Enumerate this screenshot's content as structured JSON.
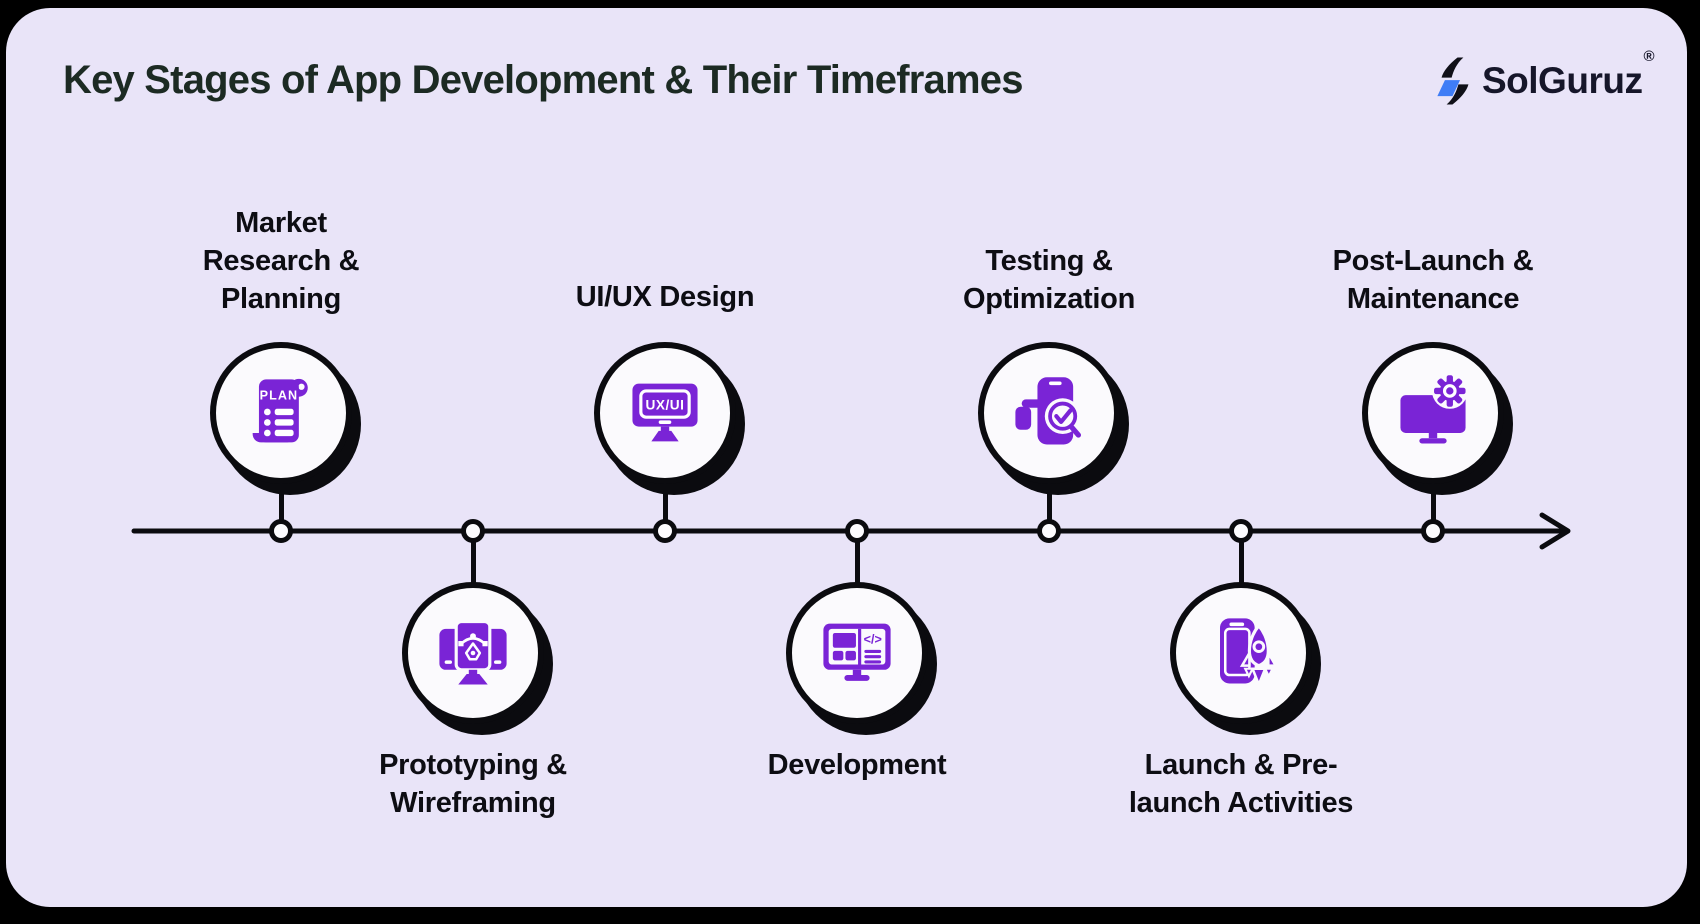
{
  "header": {
    "title": "Key Stages of App Development & Their Timeframes",
    "logo": {
      "brand": "SolGuruz",
      "registered_mark": "®",
      "icon": "solguruz-bolt-icon"
    }
  },
  "colors": {
    "canvas_frame": "#000000",
    "card_background": "#e9e4f8",
    "accent_purple": "#7a24d6",
    "logo_blue": "#3f7df6",
    "title_text": "#1c2a23",
    "label_text": "#0d0d13",
    "badge_fill": "#fbfafd",
    "outline_black": "#0b0b0f"
  },
  "timeline": {
    "type": "horizontal-arrow",
    "direction": "left-to-right",
    "arrowhead": "right",
    "stage_count": 7
  },
  "stages": [
    {
      "order": 1,
      "position": "above",
      "label": "Market Research & Planning",
      "lines": [
        "Market",
        "Research &",
        "Planning"
      ],
      "icon": "plan-scroll-icon",
      "icon_text": "PLAN"
    },
    {
      "order": 2,
      "position": "below",
      "label": "Prototyping & Wireframing",
      "lines": [
        "Prototyping &",
        "Wireframing"
      ],
      "icon": "pen-tool-monitor-icon"
    },
    {
      "order": 3,
      "position": "above",
      "label": "UI/UX Design",
      "lines": [
        "UI/UX Design"
      ],
      "icon": "uxui-monitor-icon",
      "icon_text": "UX/UI"
    },
    {
      "order": 4,
      "position": "below",
      "label": "Development",
      "lines": [
        "Development"
      ],
      "icon": "code-monitor-icon",
      "icon_text": "</>"
    },
    {
      "order": 5,
      "position": "above",
      "label": "Testing & Optimization",
      "lines": [
        "Testing &",
        "Optimization"
      ],
      "icon": "phone-test-check-icon"
    },
    {
      "order": 6,
      "position": "below",
      "label": "Launch & Pre-launch Activities",
      "lines": [
        "Launch & Pre-",
        "launch Activities"
      ],
      "icon": "rocket-phone-icon"
    },
    {
      "order": 7,
      "position": "above",
      "label": "Post-Launch & Maintenance",
      "lines": [
        "Post-Launch &",
        "Maintenance"
      ],
      "icon": "gear-monitor-icon"
    }
  ]
}
